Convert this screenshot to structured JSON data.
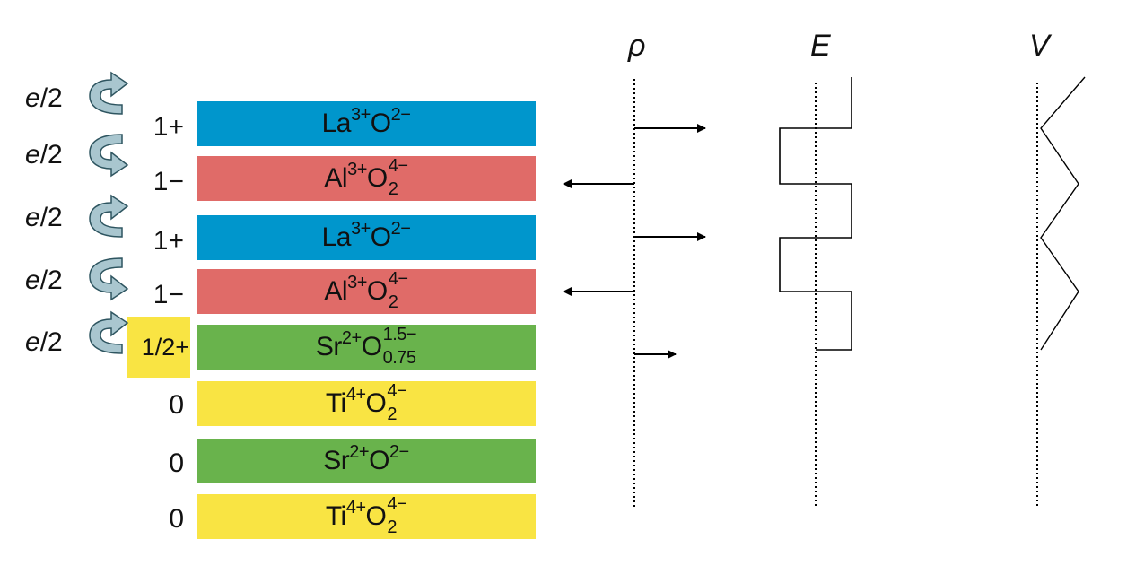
{
  "column_headers": {
    "rho": "ρ",
    "E": "E",
    "V": "V"
  },
  "electron_transfer_label": {
    "symbol": "e",
    "fraction": "/2"
  },
  "layers": [
    {
      "color": "#0096cc",
      "charge": "1+",
      "cation": "La",
      "cation_charge": "3+",
      "anion": "O",
      "anion_charge": "2−",
      "anion_sub": ""
    },
    {
      "color": "#e06b68",
      "charge": "1−",
      "cation": "Al",
      "cation_charge": "3+",
      "anion": "O",
      "anion_charge": "4−",
      "anion_sub": "2"
    },
    {
      "color": "#0096cc",
      "charge": "1+",
      "cation": "La",
      "cation_charge": "3+",
      "anion": "O",
      "anion_charge": "2−",
      "anion_sub": ""
    },
    {
      "color": "#e06b68",
      "charge": "1−",
      "cation": "Al",
      "cation_charge": "3+",
      "anion": "O",
      "anion_charge": "4−",
      "anion_sub": "2"
    },
    {
      "color": "#69b34c",
      "charge": "1/2+",
      "cation": "Sr",
      "cation_charge": "2+",
      "anion": "O",
      "anion_charge": "1.5−",
      "anion_sub": "0.75"
    },
    {
      "color": "#f9e443",
      "charge": "0",
      "cation": "Ti",
      "cation_charge": "4+",
      "anion": "O",
      "anion_charge": "4−",
      "anion_sub": "2"
    },
    {
      "color": "#69b34c",
      "charge": "0",
      "cation": "Sr",
      "cation_charge": "2+",
      "anion": "O",
      "anion_charge": "2−",
      "anion_sub": ""
    },
    {
      "color": "#f9e443",
      "charge": "0",
      "cation": "Ti",
      "cation_charge": "4+",
      "anion": "O",
      "anion_charge": "4−",
      "anion_sub": "2"
    }
  ],
  "charge_density_arrows": [
    "right",
    "left",
    "right",
    "left",
    "right-short"
  ],
  "colors": {
    "highlight_box": "#f9e443",
    "curved_arrow_fill": "#a9c6cf",
    "curved_arrow_stroke": "#2e5560"
  }
}
